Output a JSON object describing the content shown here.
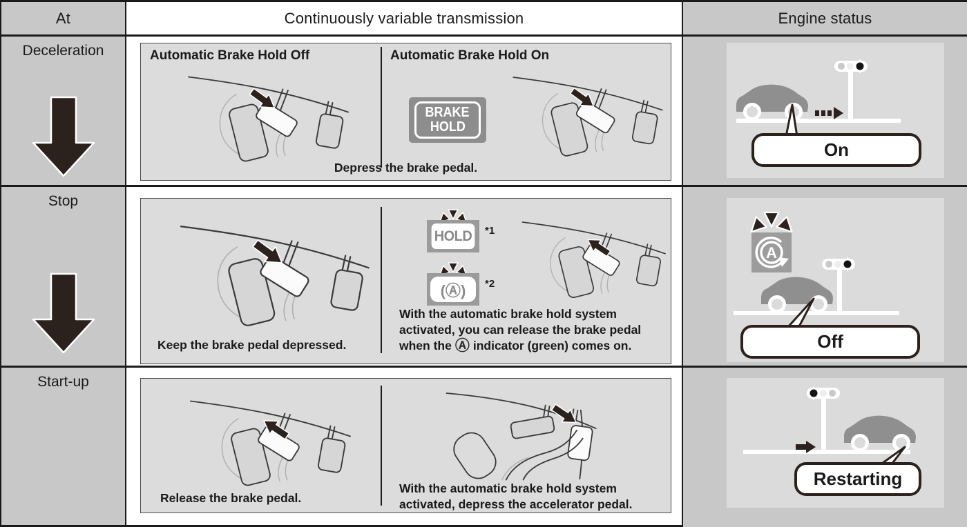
{
  "colors": {
    "table_gray": "#c8c8c8",
    "panel_gray": "#dcdcdc",
    "engine_panel_gray": "#dbdbdb",
    "line_black": "#1a1a1a",
    "arrow_dark": "#2b211d",
    "badge_gray": "#8d8d8d",
    "car_gray": "#8f8f8f"
  },
  "header": {
    "at": "At",
    "cvt": "Continuously variable transmission",
    "engine": "Engine status"
  },
  "rows": {
    "deceleration": {
      "stage": "Deceleration",
      "heading_off": "Automatic Brake Hold Off",
      "heading_on": "Automatic Brake Hold On",
      "brake_hold_line1": "BRAKE",
      "brake_hold_line2": "HOLD",
      "caption": "Depress the brake pedal.",
      "engine_label": "On"
    },
    "stop": {
      "stage": "Stop",
      "caption_left": "Keep the brake pedal depressed.",
      "hold_indicator": "HOLD",
      "hold_ref": "*1",
      "autostop_ref": "*2",
      "autostop_glyph": "(Ⓐ)",
      "inline_a_glyph": "Ⓐ",
      "caption_right_l1": "With the automatic brake hold system",
      "caption_right_l2": "activated, you can release the brake pedal",
      "caption_right_l3a": "when the",
      "caption_right_l3b": "indicator (green) comes on.",
      "engine_a_letter": "A",
      "engine_label": "Off"
    },
    "startup": {
      "stage": "Start-up",
      "caption_left": "Release the brake pedal.",
      "caption_right_l1": "With the automatic brake hold system",
      "caption_right_l2": "activated, depress the accelerator pedal.",
      "engine_label": "Restarting"
    }
  }
}
